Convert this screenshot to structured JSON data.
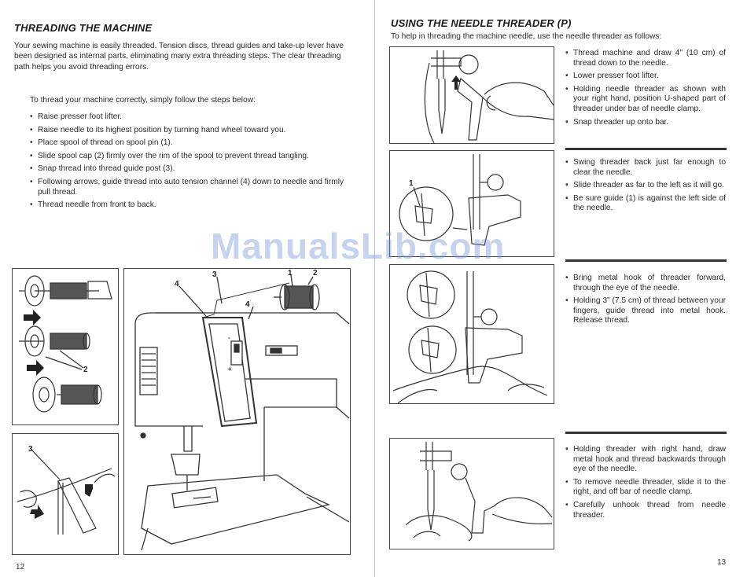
{
  "left_page": {
    "title": "THREADING THE MACHINE",
    "intro": "Your sewing machine is easily threaded. Tension discs, thread guides and take-up lever have been designed as internal parts, eliminating many extra threading steps. The clear threading path helps you avoid threading errors.",
    "lead": "To thread your machine correctly, simply follow the steps below:",
    "steps": [
      "Raise presser foot lifter.",
      "Raise needle to its highest position by turning hand wheel toward you.",
      "Place spool of thread on spool pin (1).",
      "Slide spool cap (2) firmly over the rim of the spool to prevent thread tangling.",
      "Snap thread into thread guide post (3).",
      "Following arrows, guide thread into auto tension channel (4) down to needle and firmly pull thread.",
      "Thread needle from front to back."
    ],
    "figure_labels": {
      "spool_cap": "2",
      "guide_post": "3",
      "machine_1": "1",
      "machine_2": "2",
      "machine_3": "3",
      "machine_4a": "4",
      "machine_4b": "4",
      "machine_plus": "+",
      "machine_minus": "-"
    },
    "page_number": "12"
  },
  "right_page": {
    "title": "USING THE NEEDLE THREADER (P)",
    "intro": "To help in threading the machine needle, use the needle threader as follows:",
    "blocks": [
      {
        "items": [
          "Thread machine and draw 4\" (10 cm) of thread down to the needle.",
          "Lower presser foot lifter.",
          "Holding needle threader as shown with your right hand, position U-shaped part of threader under bar of needle clamp.",
          "Snap threader up onto bar."
        ]
      },
      {
        "items": [
          "Swing threader back just far enough to clear the needle.",
          "Slide threader as far to the left as it will go.",
          "Be sure guide (1) is against the left side of the needle."
        ],
        "label": "1"
      },
      {
        "items": [
          "Bring metal hook of threader forward, through the eye of the needle.",
          "Holding 3\" (7.5 cm) of thread between your fingers, guide thread into metal hook. Release thread."
        ]
      },
      {
        "items": [
          "Holding threader with right hand, draw metal hook and thread backwards through eye of the needle.",
          "To remove needle threader, slide it to the right, and off bar of needle clamp.",
          "Carefully unhook thread from needle threader."
        ]
      }
    ],
    "page_number": "13"
  },
  "watermark": "ManualsLib.com"
}
